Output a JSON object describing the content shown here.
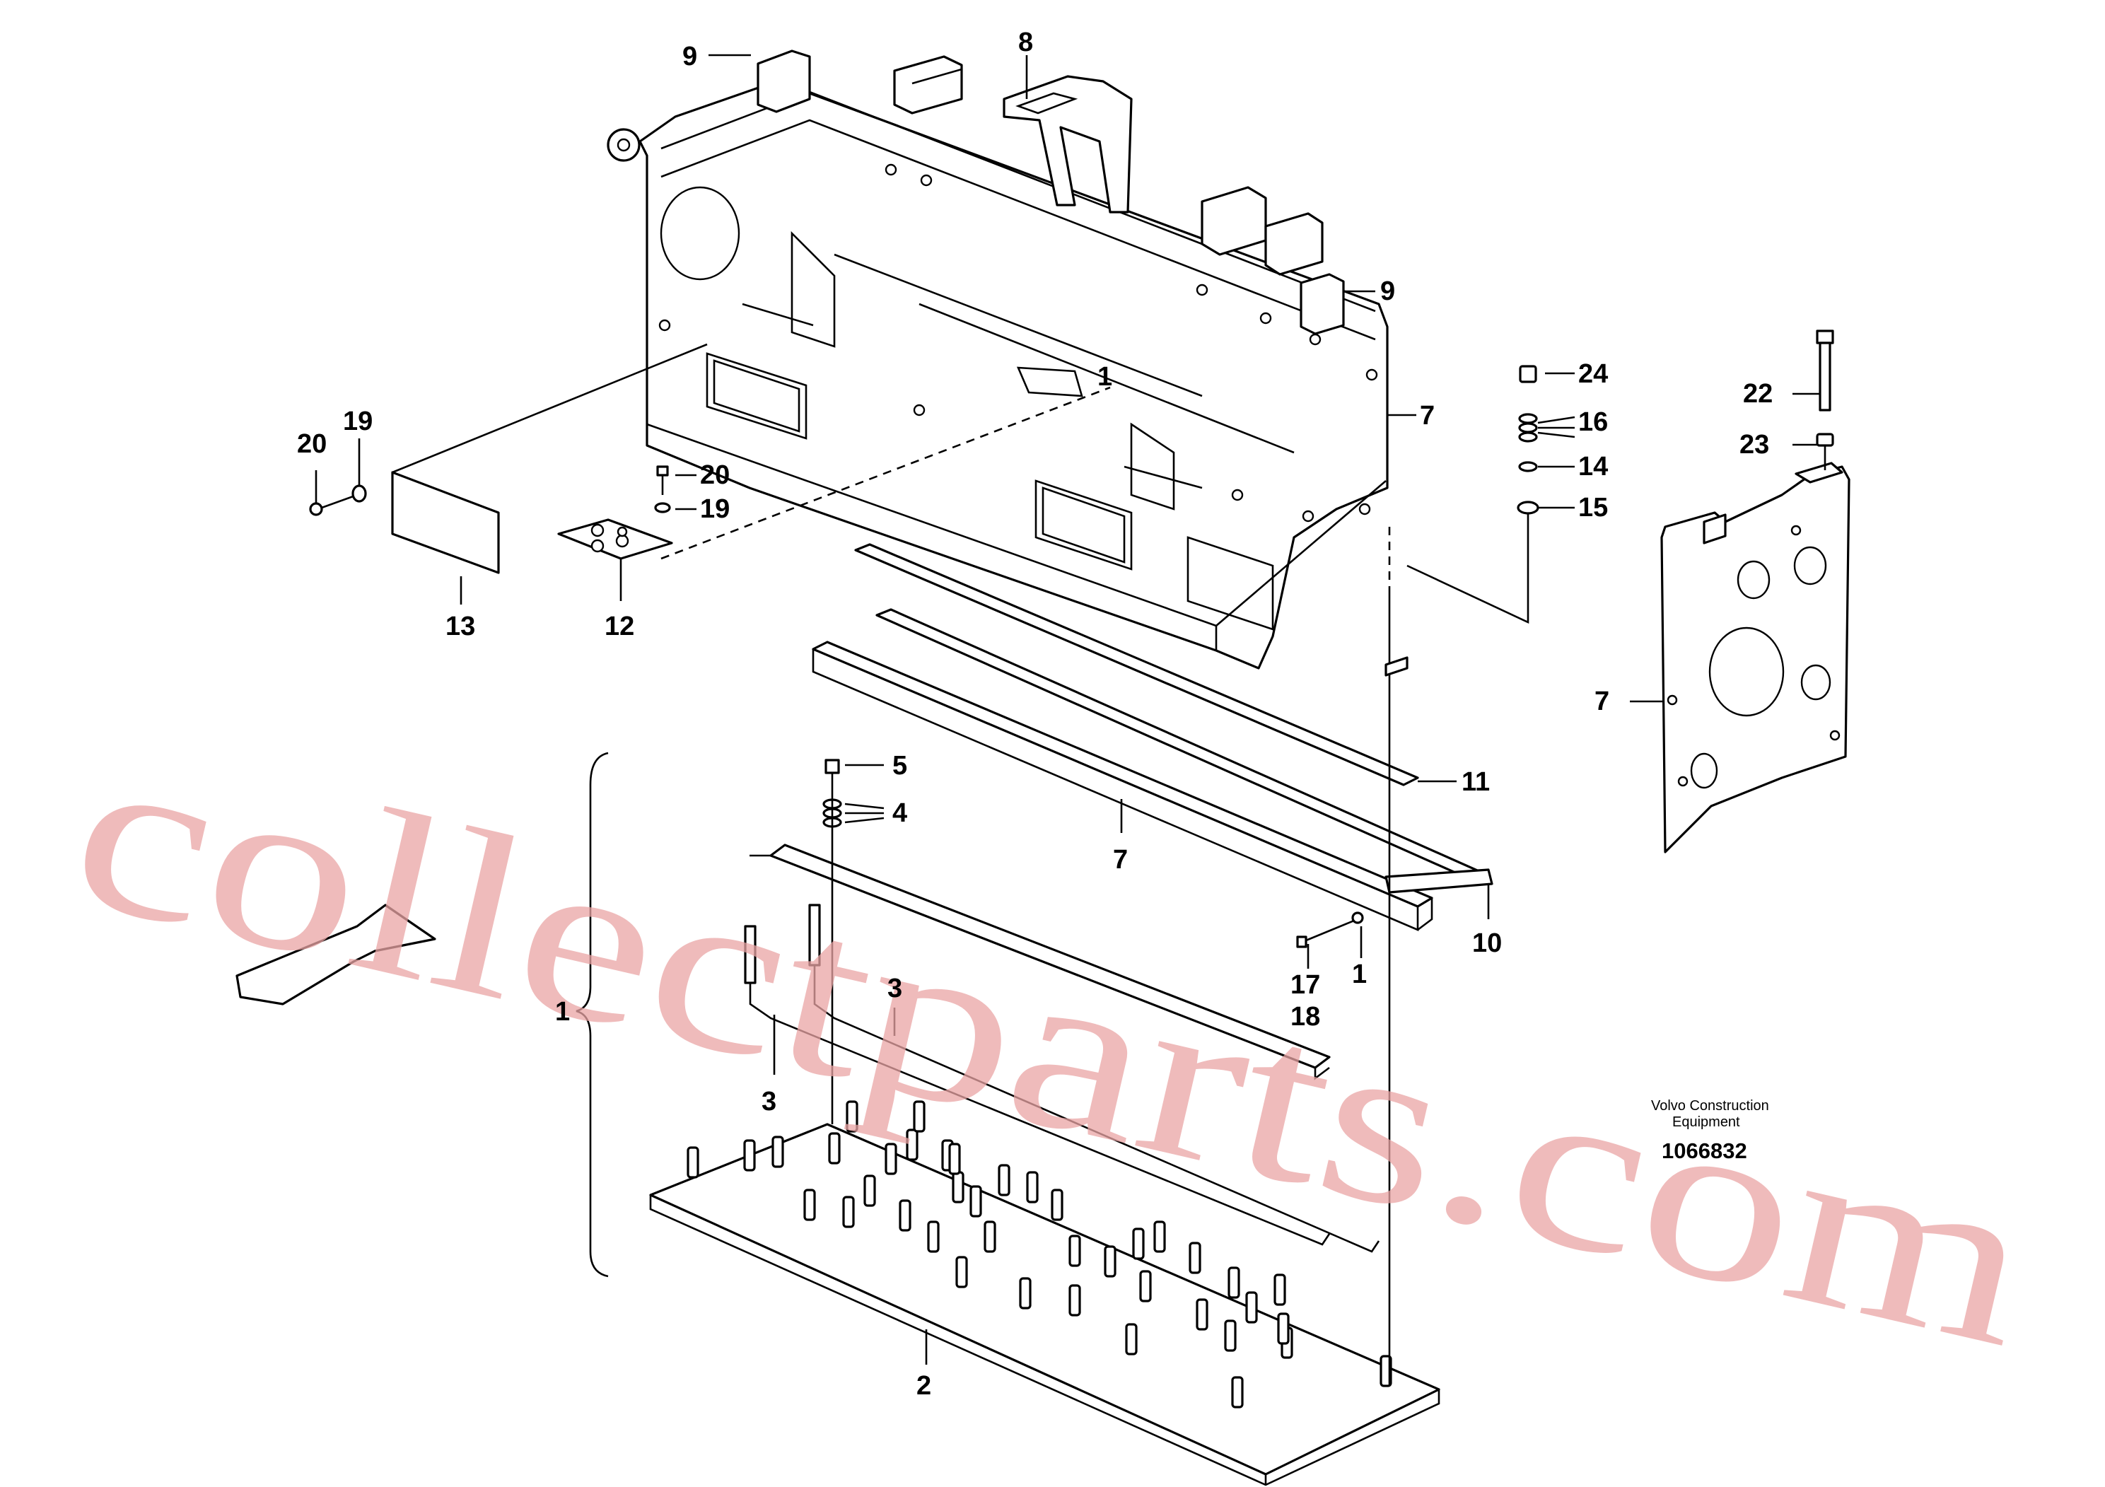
{
  "labels": {
    "l1": "1",
    "l1b": "1",
    "l1c": "1",
    "l2": "2",
    "l3a": "3",
    "l3b": "3",
    "l4": "4",
    "l5": "5",
    "l7a": "7",
    "l7b": "7",
    "l7c": "7",
    "l8": "8",
    "l9a": "9",
    "l9b": "9",
    "l10": "10",
    "l11": "11",
    "l12": "12",
    "l13": "13",
    "l14": "14",
    "l15": "15",
    "l16": "16",
    "l17": "17",
    "l18": "18",
    "l19a": "19",
    "l19b": "19",
    "l20a": "20",
    "l20b": "20",
    "l22": "22",
    "l23": "23",
    "l24": "24"
  },
  "brand_line1": "Volvo Construction",
  "brand_line2": "Equipment",
  "drawing_number": "1066832",
  "watermark": "collectparts.com",
  "colors": {
    "watermark": "#e9a4a4",
    "lines": "#000000",
    "background": "#ffffff"
  }
}
